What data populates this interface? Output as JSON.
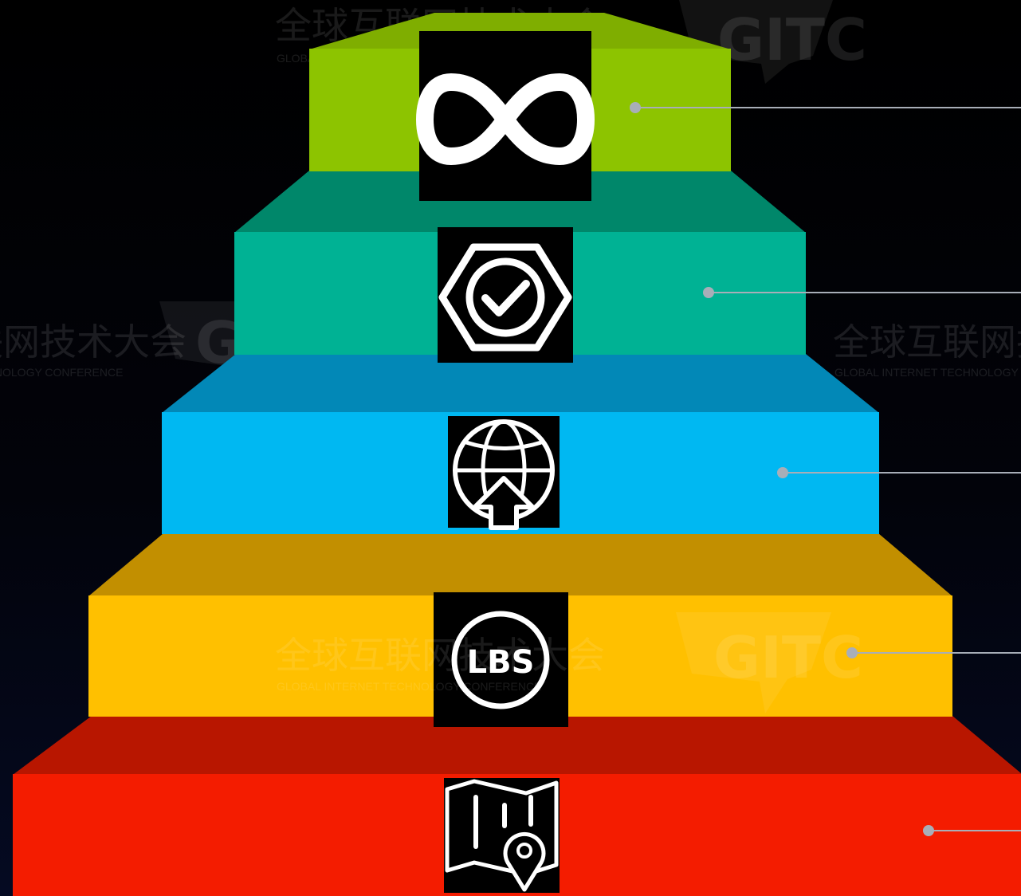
{
  "watermark": {
    "title": "全球互联网技术大会",
    "subtitle": "GLOBAL INTERNET TECHNOLOGY CONFERENCE",
    "logo": "GITC"
  },
  "steps": [
    {
      "id": "top",
      "color_top": "#00876a",
      "color_face": "#8dc400",
      "icon": "infinity-icon"
    },
    {
      "id": "second",
      "color_top": "#0288b7",
      "color_face": "#00b294",
      "icon": "hexagon-check-icon"
    },
    {
      "id": "third",
      "color_top": "#c28f00",
      "color_face": "#00b8f2",
      "icon": "globe-upload-icon"
    },
    {
      "id": "fourth",
      "color_top": "#b81600",
      "color_face": "#ffc000",
      "icon": "lbs-icon",
      "icon_text": "LBS"
    },
    {
      "id": "bottom",
      "color_top": null,
      "color_face": "#f41c00",
      "icon": "map-pin-icon"
    }
  ],
  "cap_color": "#7fae00",
  "connector_color": "#a8aeb8"
}
